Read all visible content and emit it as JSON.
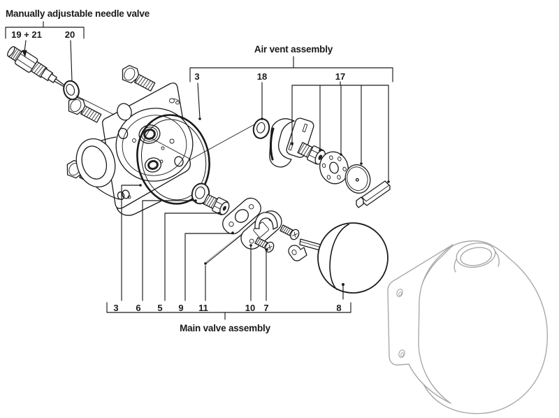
{
  "diagram": {
    "background": "#ffffff",
    "line_color": "#1a1a1a",
    "ghost_part_color": "#a9a9a9"
  },
  "needle_valve_group": {
    "title": "Manually adjustable needle valve",
    "callouts": [
      "19 + 21",
      "20"
    ]
  },
  "air_vent_group": {
    "title": "Air vent assembly",
    "callouts": [
      "3",
      "18",
      "17"
    ]
  },
  "main_valve_group": {
    "title": "Main valve assembly",
    "callouts": [
      "3",
      "6",
      "5",
      "9",
      "11",
      "10",
      "7",
      "8"
    ]
  }
}
